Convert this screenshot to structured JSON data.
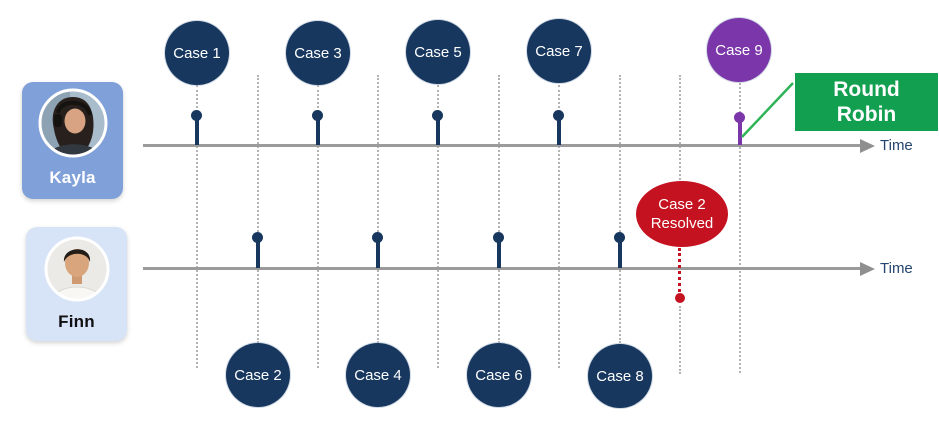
{
  "people": {
    "kayla": {
      "name": "Kayla"
    },
    "finn": {
      "name": "Finn"
    }
  },
  "timelines": {
    "kayla_axis_label": "Time",
    "finn_axis_label": "Time"
  },
  "cases": [
    "Case 1",
    "Case 2",
    "Case 3",
    "Case 4",
    "Case 5",
    "Case 6",
    "Case 7",
    "Case 8",
    "Case 9"
  ],
  "annotations": {
    "round_robin": {
      "lines": [
        "Round",
        "Robin"
      ]
    },
    "resolved": {
      "lines": [
        "Case 2",
        "Resolved"
      ]
    }
  },
  "icons": {
    "kayla_avatar": "woman-with-headset-photo",
    "finn_avatar": "man-portrait-photo"
  },
  "colors": {
    "case_navy": "#17375e",
    "case9_purple": "#7b36a9",
    "resolved_red": "#c41220",
    "round_robin_green": "#12a050",
    "connector_green": "#2eb457",
    "kayla_card_blue": "#7fa0d8",
    "finn_card_blue": "#d7e4f8",
    "axis_gray": "#9b9b9b",
    "guide_dotted_gray": "#b3b3b3",
    "time_label_blue": "#24466e"
  }
}
